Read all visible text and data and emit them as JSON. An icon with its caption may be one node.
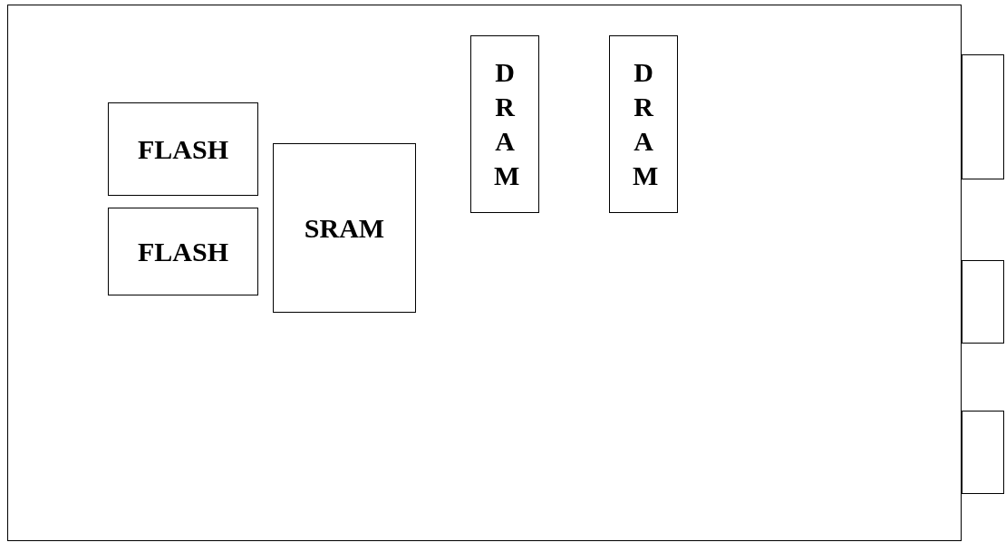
{
  "diagram": {
    "nodes": [
      {
        "text": [],
        "shape": "box"
      },
      {
        "text": [
          "FLASH"
        ],
        "in": 0
      },
      {
        "text": [
          "FLASH"
        ],
        "in": 0
      },
      {
        "text": [
          "SRAM"
        ],
        "in": 0
      },
      {
        "text": [
          "DRAM"
        ],
        "in": 0
      },
      {
        "text": [
          "DRAM"
        ],
        "in": 0
      },
      {
        "text": [],
        "shape": "box"
      },
      {
        "text": [],
        "shape": "box"
      },
      {
        "text": [],
        "shape": "box"
      }
    ]
  }
}
